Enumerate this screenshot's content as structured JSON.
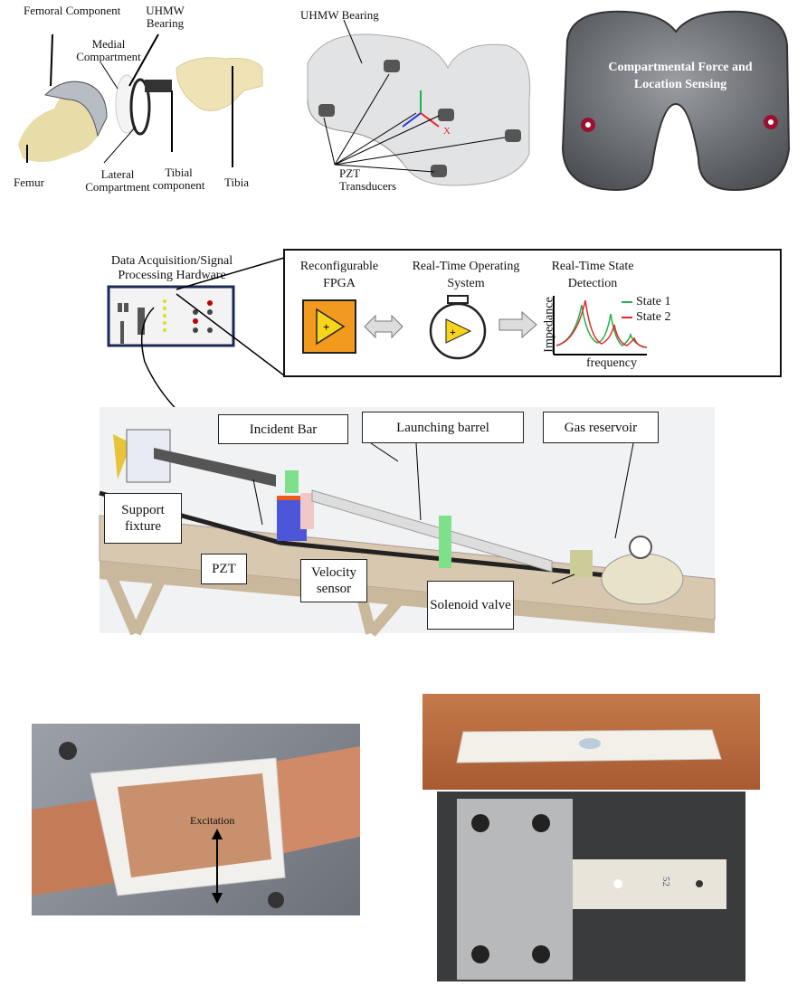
{
  "panel_knee": {
    "femoral_component": "Femoral Component",
    "uhmw_bearing": "UHMW Bearing",
    "medial_compartment": "Medial Compartment",
    "femur": "Femur",
    "lateral_compartment": "Lateral Compartment",
    "tibial_component": "Tibial component",
    "tibia": "Tibia"
  },
  "panel_bearing": {
    "uhmw_bearing": "UHMW Bearing",
    "pzt_transducers": "PZT Transducers",
    "axis_x": "X"
  },
  "panel_sensing": {
    "title": "Compartmental Force and Location Sensing"
  },
  "system": {
    "hardware_label": "Data Acquisition/Signal Processing Hardware",
    "fpga_label": "Reconfigurable FPGA",
    "rtos_label": "Real-Time Operating System",
    "detection_label": "Real-Time State Detection",
    "legend": [
      "State 1",
      "State 2"
    ],
    "ylabel": "Impedance",
    "xlabel": "frequency",
    "colors": {
      "state1": "#22b04a",
      "state2": "#e8262a",
      "fpga": "#f29a1e"
    }
  },
  "rig": {
    "incident_bar": "Incident Bar",
    "launching_barrel": "Launching barrel",
    "gas_reservoir": "Gas reservoir",
    "support_fixture": "Support fixture",
    "pzt": "PZT",
    "velocity_sensor": "Velocity sensor",
    "solenoid_valve": "Solenoid valve"
  },
  "photos": {
    "excitation": "Excitation",
    "specimen_number": "52"
  }
}
